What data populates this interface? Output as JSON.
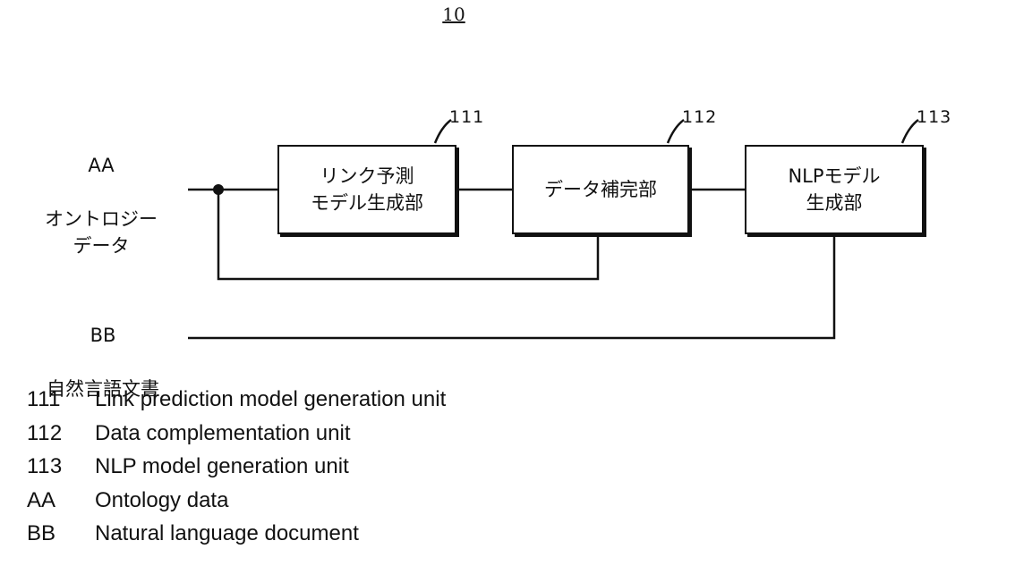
{
  "figure_number": "10",
  "inputs": {
    "aa": {
      "code": "AA",
      "text": "オントロジー\nデータ"
    },
    "bb": {
      "code": "BB",
      "text": "自然言語文書"
    }
  },
  "blocks": [
    {
      "ref": "111",
      "text": "リンク予測\nモデル生成部"
    },
    {
      "ref": "112",
      "text": "データ補完部"
    },
    {
      "ref": "113",
      "text": "NLPモデル\n生成部"
    }
  ],
  "legend": [
    {
      "key": "111",
      "text": "Link prediction model generation unit"
    },
    {
      "key": "112",
      "text": "Data complementation unit"
    },
    {
      "key": "113",
      "text": "NLP model generation unit"
    },
    {
      "key": "AA",
      "text": "Ontology data"
    },
    {
      "key": "BB",
      "text": "Natural language document"
    }
  ]
}
